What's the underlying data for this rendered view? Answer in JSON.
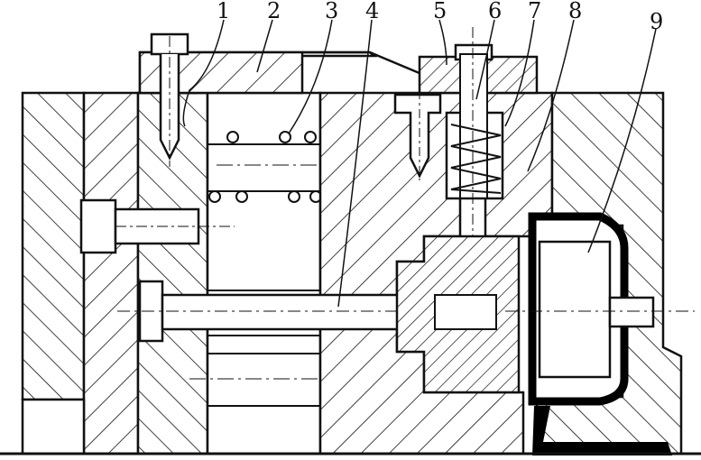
{
  "figure": {
    "callouts": [
      {
        "label": "1"
      },
      {
        "label": "2"
      },
      {
        "label": "3"
      },
      {
        "label": "4"
      },
      {
        "label": "5"
      },
      {
        "label": "6"
      },
      {
        "label": "7"
      },
      {
        "label": "8"
      },
      {
        "label": "9"
      }
    ]
  }
}
